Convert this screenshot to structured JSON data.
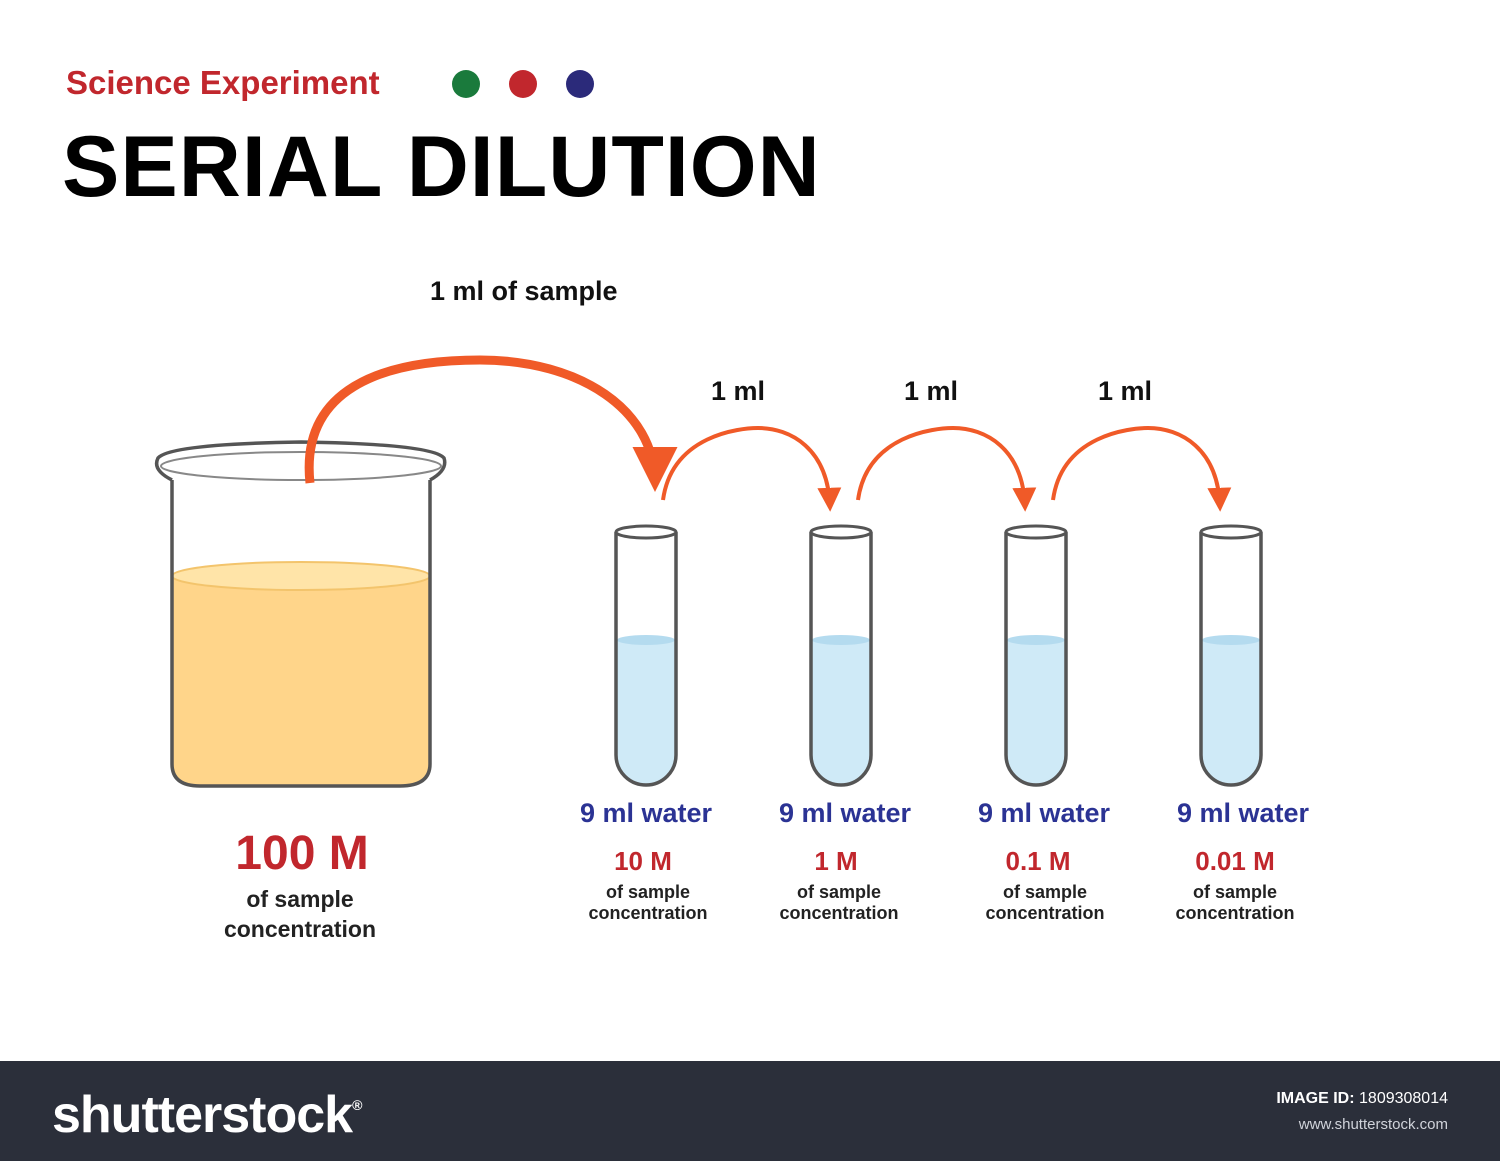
{
  "header": {
    "subtitle": "Science Experiment",
    "title": "SERIAL DILUTION",
    "dot_colors": [
      "#1a7a3c",
      "#c1272d",
      "#2b2a7a"
    ]
  },
  "colors": {
    "arrow": "#f05a28",
    "sample_liquid": "#ffd58a",
    "water": "#cfeaf7",
    "glass_outline": "#555555"
  },
  "transfer_labels": {
    "first": "1 ml of sample",
    "steps": [
      "1 ml",
      "1 ml",
      "1 ml"
    ]
  },
  "stock": {
    "concentration": "100 M",
    "note": "of sample concentration"
  },
  "tubes": [
    {
      "water": "9 ml water",
      "concentration": "10 M",
      "note": "of sample concentration"
    },
    {
      "water": "9 ml water",
      "concentration": "1 M",
      "note": "of sample concentration"
    },
    {
      "water": "9 ml water",
      "concentration": "0.1 M",
      "note": "of sample concentration"
    },
    {
      "water": "9 ml water",
      "concentration": "0.01 M",
      "note": "of sample concentration"
    }
  ],
  "footer": {
    "brand": "shutterstock",
    "brand_mark": "®",
    "image_id_label": "IMAGE ID:",
    "image_id": "1809308014",
    "site": "www.shutterstock.com"
  }
}
